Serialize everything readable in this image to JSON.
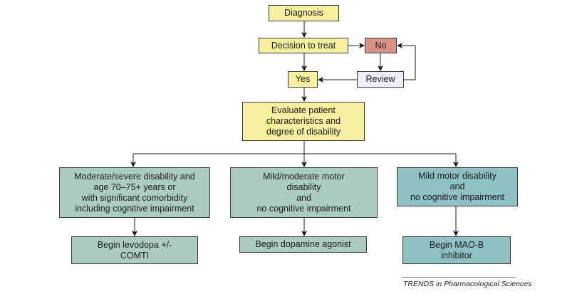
{
  "nodes": {
    "diagnosis": "Diagnosis",
    "decision": "Decision to treat",
    "no": "No",
    "review": "Review",
    "yes": "Yes",
    "evaluate": "Evaluate patient\ncharacteristics and\ndegree of disability",
    "moderate_severe": "Moderate/severe disability and\nage 70–75+ years or\nwith significant comorbidity\nincluding cognitive impairment",
    "mild_moderate": "Mild/moderate motor\ndisability\nand\nno cognitive impairment",
    "mild": "Mild motor disability\nand\nno cognitive impairment",
    "levodopa": "Begin levodopa +/-\nCOMTI",
    "dopamine": "Begin dopamine agonist",
    "maob": "Begin MAO-B\ninhibitor"
  },
  "colors": {
    "decision_yellow": "#f7f0a0",
    "no_red": "#d99286",
    "review_lavender": "#eeeef8",
    "condition_teal": "#acccc0",
    "mild_blue": "#8fc0c4"
  },
  "footer": "TRENDS in Pharmacological Sciences"
}
